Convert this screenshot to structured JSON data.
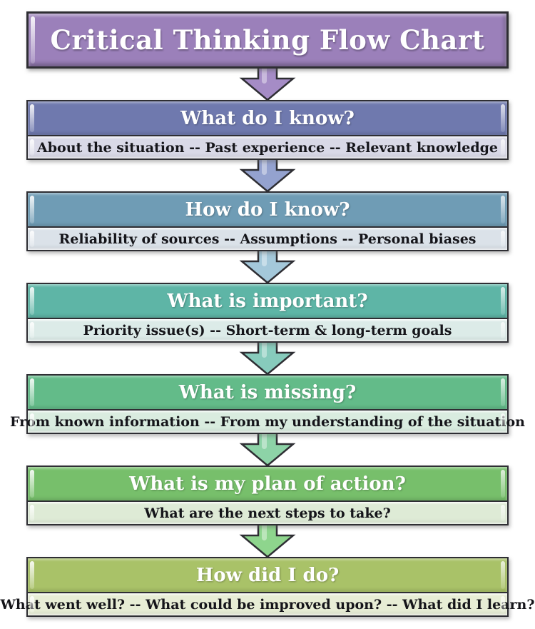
{
  "title": "Critical Thinking Flow Chart",
  "colors": {
    "border": "#2e2e33",
    "title_fill": "#9b80ba",
    "title_arrow": "#a58cc6"
  },
  "steps": [
    {
      "question": "What do I know?",
      "details": "About the situation -- Past experience -- Relevant knowledge",
      "header_color": "#6f79ae",
      "detail_color": "#d9d9e7",
      "arrow_color": "#94a2cf"
    },
    {
      "question": "How do I know?",
      "details": "Reliability of sources -- Assumptions -- Personal biases",
      "header_color": "#6f9cb5",
      "detail_color": "#dbe2e9",
      "arrow_color": "#a4c8da"
    },
    {
      "question": "What is important?",
      "details": "Priority issue(s) -- Short-term & long-term goals",
      "header_color": "#5eb5a6",
      "detail_color": "#dcebe8",
      "arrow_color": "#87cbbc"
    },
    {
      "question": "What is missing?",
      "details": "From known information -- From my understanding of the situation",
      "header_color": "#63bb89",
      "detail_color": "#d9ecdf",
      "arrow_color": "#8dd3a7"
    },
    {
      "question": "What is my plan of action?",
      "details": "What are the next steps to take?",
      "header_color": "#77bf6b",
      "detail_color": "#deebd6",
      "arrow_color": "#8ed58d"
    },
    {
      "question": "How did I do?",
      "details": "What went well? -- What could be improved upon? -- What did I learn?",
      "header_color": "#a9c268",
      "detail_color": "#e7edd5",
      "arrow_color": ""
    }
  ]
}
